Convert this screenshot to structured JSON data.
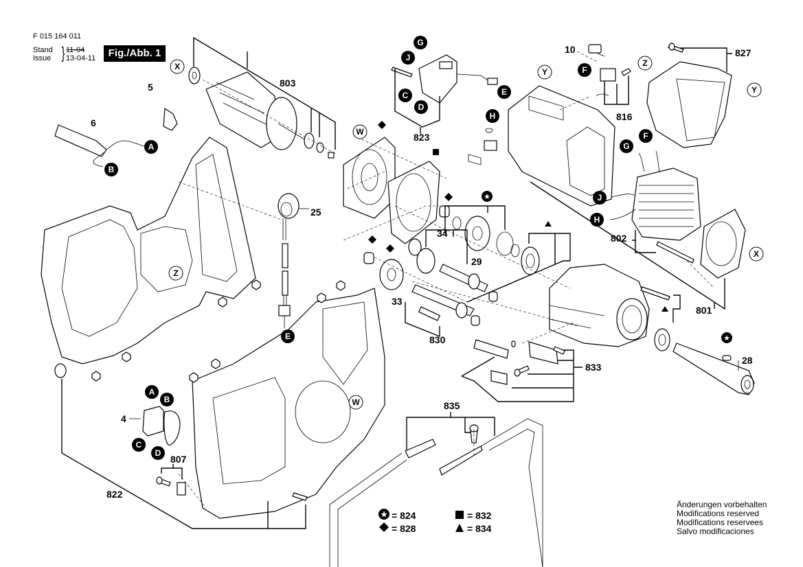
{
  "header": {
    "document_number": "F 015 164 011",
    "stand_label": "Stand",
    "issue_label": "Issue",
    "stand_value": "11-04",
    "issue_value": "13-04-11",
    "figure_label": "Fig./Abb. 1"
  },
  "part_numbers": [
    {
      "id": "5",
      "label": "5"
    },
    {
      "id": "6",
      "label": "6"
    },
    {
      "id": "803",
      "label": "803"
    },
    {
      "id": "823",
      "label": "823"
    },
    {
      "id": "10",
      "label": "10"
    },
    {
      "id": "827",
      "label": "827"
    },
    {
      "id": "816",
      "label": "816"
    },
    {
      "id": "25",
      "label": "25"
    },
    {
      "id": "34",
      "label": "34"
    },
    {
      "id": "29",
      "label": "29"
    },
    {
      "id": "33",
      "label": "33"
    },
    {
      "id": "802",
      "label": "802"
    },
    {
      "id": "801",
      "label": "801"
    },
    {
      "id": "830",
      "label": "830"
    },
    {
      "id": "833",
      "label": "833"
    },
    {
      "id": "28",
      "label": "28"
    },
    {
      "id": "835",
      "label": "835"
    },
    {
      "id": "4",
      "label": "4"
    },
    {
      "id": "807",
      "label": "807"
    },
    {
      "id": "822",
      "label": "822"
    }
  ],
  "wire_connectors": [
    "A",
    "B",
    "C",
    "D",
    "E",
    "F",
    "G",
    "H",
    "J"
  ],
  "assembly_markers": [
    "W",
    "X",
    "Y",
    "Z"
  ],
  "legend": {
    "items": [
      {
        "symbol": "star-circle",
        "text": "= 824"
      },
      {
        "symbol": "square",
        "text": "= 832"
      },
      {
        "symbol": "diamond",
        "text": "= 828"
      },
      {
        "symbol": "triangle",
        "text": "= 834"
      }
    ]
  },
  "notes": [
    "Änderungen vorbehalten",
    "Modifications reserved",
    "Modifications reservees",
    "Salvo modificaciones"
  ]
}
